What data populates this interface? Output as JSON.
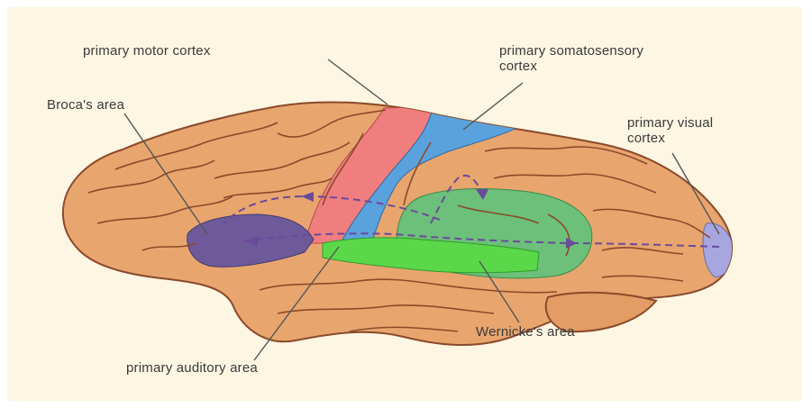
{
  "labels": {
    "primary_motor_cortex": "primary motor cortex",
    "primary_somatosensory_cortex": "primary somatosensory\ncortex",
    "brocas_area": "Broca's area",
    "primary_visual_cortex": "primary visual\ncortex",
    "wernickes_area": "Wernicke's area",
    "primary_auditory_area": "primary auditory area"
  },
  "colors": {
    "background": "#fdf6e3",
    "brain_tissue": "#e8a56e",
    "gyri_outline": "#8a4a2a",
    "motor_cortex": "#f07e7e",
    "somatosensory_cortex": "#5aa2dd",
    "brocas_area": "#6e5a9a",
    "wernickes_area": "#6cc07a",
    "auditory_area": "#5bd84a",
    "visual_cortex": "#a8a6e0",
    "pathway_arrow": "#6a4a9a",
    "leader_line": "#555555"
  }
}
